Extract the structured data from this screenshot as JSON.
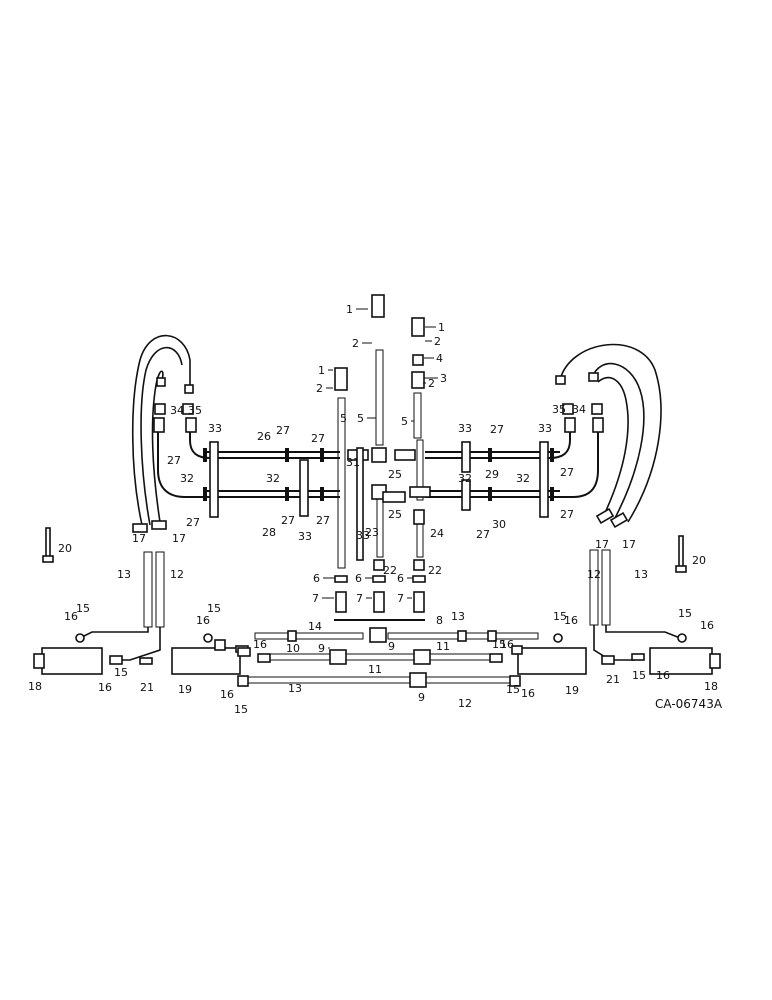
{
  "drawing_code": "CA-06743A",
  "callouts": [
    "1",
    "2",
    "3",
    "4",
    "5",
    "6",
    "7",
    "8",
    "9",
    "10",
    "11",
    "12",
    "13",
    "14",
    "15",
    "16",
    "17",
    "18",
    "19",
    "20",
    "21",
    "22",
    "23",
    "24",
    "25",
    "26",
    "27",
    "28",
    "29",
    "30",
    "31",
    "32",
    "33",
    "34",
    "35"
  ]
}
